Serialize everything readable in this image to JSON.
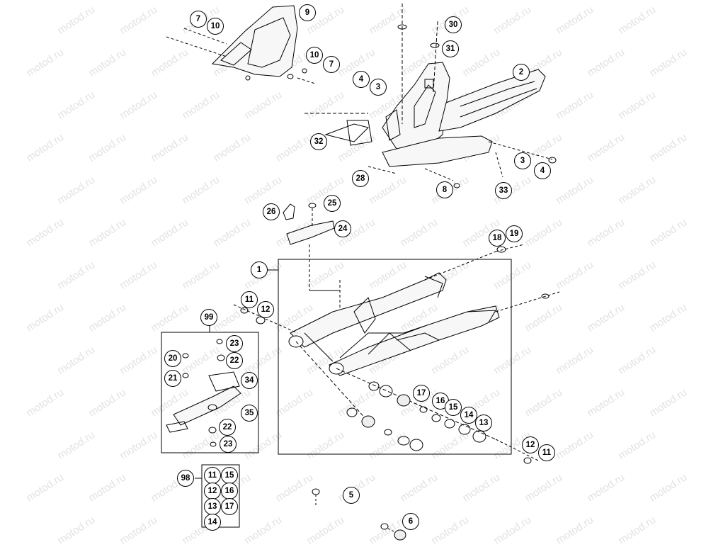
{
  "watermark": {
    "text": "motod.ru"
  },
  "callouts": {
    "c1": "1",
    "c2": "2",
    "c3a": "3",
    "c3b": "3",
    "c4a": "4",
    "c4b": "4",
    "c5": "5",
    "c6": "6",
    "c7a": "7",
    "c7b": "7",
    "c8": "8",
    "c9": "9",
    "c10a": "10",
    "c10b": "10",
    "c11a": "11",
    "c11b": "11",
    "c12a": "12",
    "c12b": "12",
    "c13": "13",
    "c14": "14",
    "c15": "15",
    "c16": "16",
    "c17": "17",
    "c18": "18",
    "c19": "19",
    "c20": "20",
    "c21": "21",
    "c22a": "22",
    "c22b": "22",
    "c23a": "23",
    "c23b": "23",
    "c24": "24",
    "c25": "25",
    "c26": "26",
    "c28": "28",
    "c30": "30",
    "c31": "31",
    "c32": "32",
    "c33": "33",
    "c34": "34",
    "c35": "35",
    "c98": "98",
    "c99": "99"
  },
  "kit98": {
    "items": [
      "11",
      "12",
      "13",
      "14",
      "15",
      "16",
      "17"
    ]
  }
}
